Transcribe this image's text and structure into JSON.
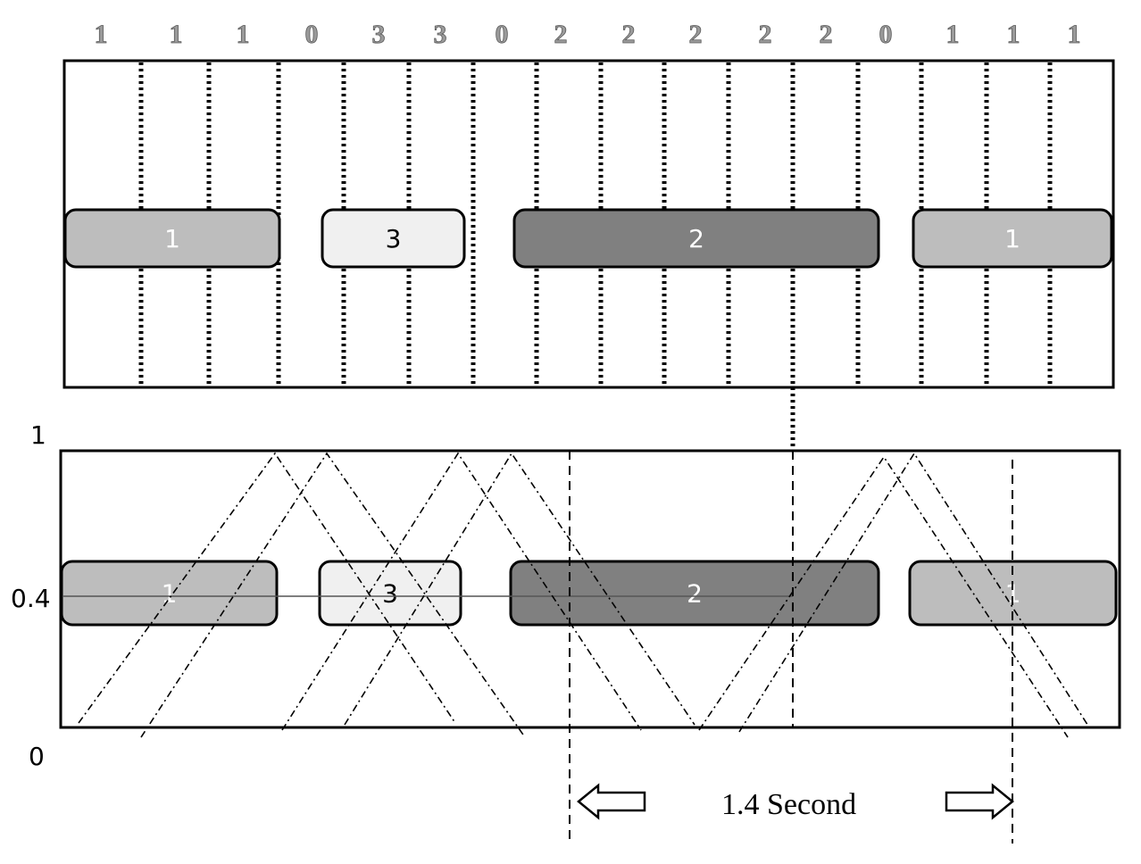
{
  "frame_labels": [
    "1",
    "1",
    "1",
    "0",
    "3",
    "3",
    "0",
    "2",
    "2",
    "2",
    "2",
    "2",
    "0",
    "1",
    "1",
    "1"
  ],
  "segments": [
    {
      "label": "1",
      "class": 1,
      "fill": "#bdbdbd",
      "text_color": "#ffffff"
    },
    {
      "label": "3",
      "class": 3,
      "fill": "#f0f0f0",
      "text_color": "#000000"
    },
    {
      "label": "2",
      "class": 2,
      "fill": "#808080",
      "text_color": "#ffffff"
    },
    {
      "label": "1",
      "class": 1,
      "fill": "#bdbdbd",
      "text_color": "#ffffff"
    }
  ],
  "axis": {
    "top": "1",
    "threshold": "0.4",
    "bottom": "0"
  },
  "duration_label": "1.4 Second"
}
